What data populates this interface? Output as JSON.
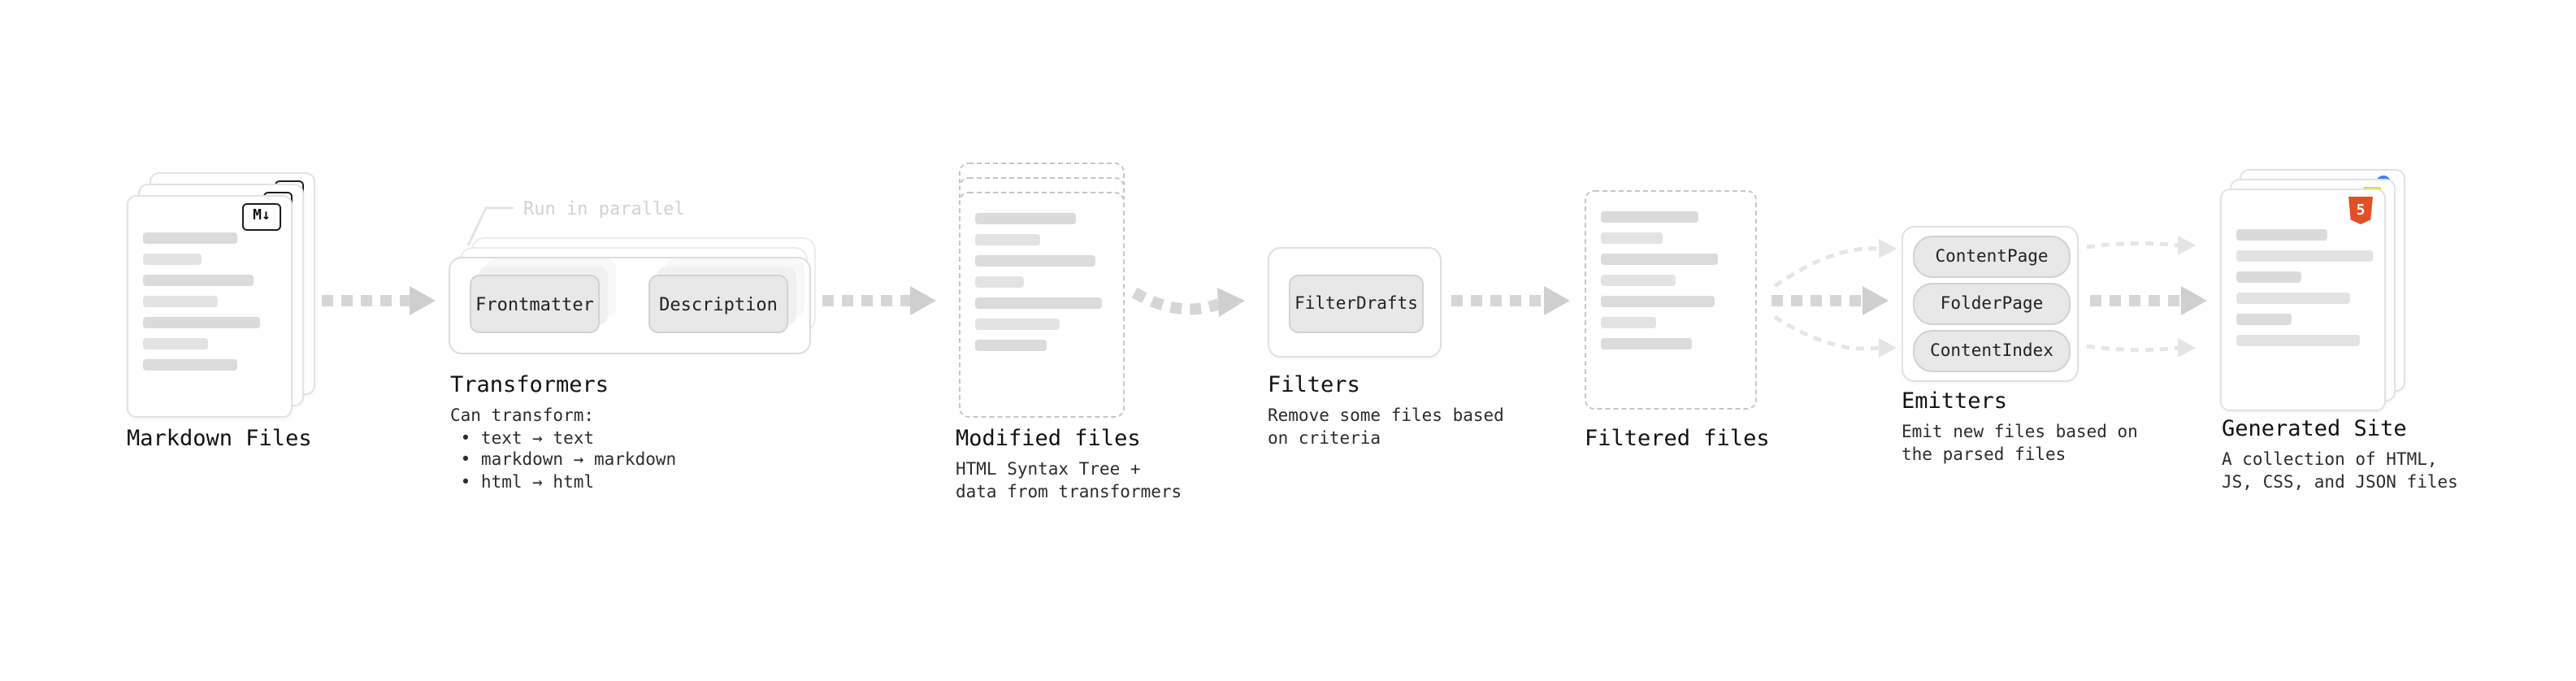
{
  "colors": {
    "arrow": "#d6d6d6",
    "arrow_head": "#cfcfcf",
    "arrow_light": "#e5e5e5",
    "node_fill": "#e8e8e8",
    "node_border": "#d2d2d2",
    "html5_orange": "#e34f26",
    "js_yellow": "#f0d91d",
    "css_blue": "#3b82f6"
  },
  "pipeline": {
    "stages": {
      "markdown": {
        "title": "Markdown Files",
        "badge": "M↓"
      },
      "transformers": {
        "title": "Transformers",
        "annotation": "Run in parallel",
        "caption": "Can transform:\n • text → text\n • markdown → markdown\n • html → html",
        "nodes": [
          "Frontmatter",
          "Description"
        ]
      },
      "modified": {
        "title": "Modified files",
        "caption": "HTML Syntax Tree +\ndata from transformers"
      },
      "filters": {
        "title": "Filters",
        "caption": "Remove some files based\non criteria",
        "nodes": [
          "FilterDrafts"
        ]
      },
      "filtered": {
        "title": "Filtered files"
      },
      "emitters": {
        "title": "Emitters",
        "caption": "Emit new files based on\nthe parsed files",
        "nodes": [
          "ContentPage",
          "FolderPage",
          "ContentIndex"
        ]
      },
      "generated": {
        "title": "Generated Site",
        "caption": "A collection of HTML,\nJS, CSS, and JSON files",
        "badge": "5"
      }
    }
  }
}
